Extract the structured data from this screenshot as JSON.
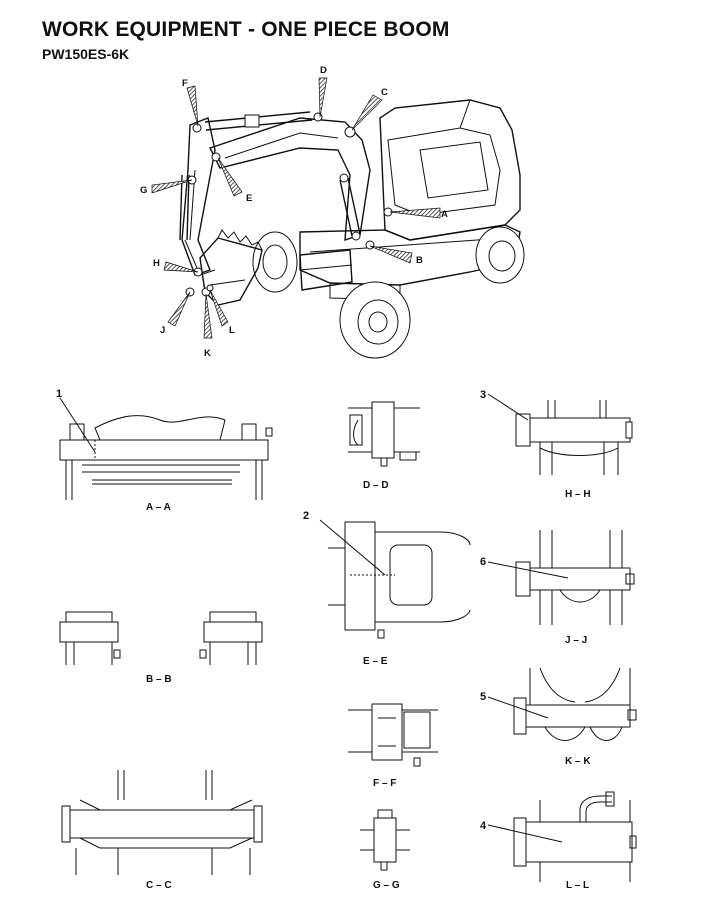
{
  "header": {
    "title": "WORK EQUIPMENT - ONE PIECE BOOM",
    "model": "PW150ES-6K"
  },
  "points": {
    "A": "A",
    "B": "B",
    "C": "C",
    "D": "D",
    "E": "E",
    "F": "F",
    "G": "G",
    "H": "H",
    "J": "J",
    "K": "K",
    "L": "L"
  },
  "sections": {
    "aa": "A – A",
    "bb": "B – B",
    "cc": "C – C",
    "dd": "D – D",
    "ee": "E – E",
    "ff": "F – F",
    "gg": "G – G",
    "hh": "H – H",
    "jj": "J – J",
    "kk": "K – K",
    "ll": "L – L"
  },
  "callouts": {
    "n1": "1",
    "n2": "2",
    "n3": "3",
    "n4": "4",
    "n5": "5",
    "n6": "6"
  }
}
